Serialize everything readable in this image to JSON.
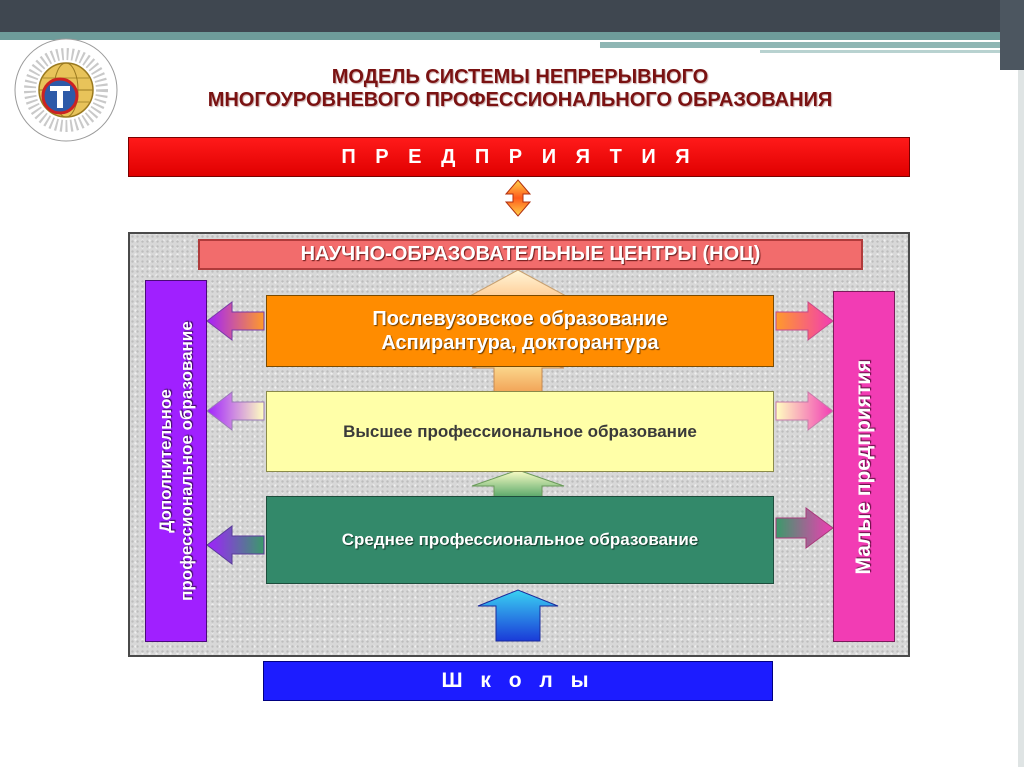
{
  "title": {
    "line1": "МОДЕЛЬ СИСТЕМЫ НЕПРЕРЫВНОГО",
    "line2": "МНОГОУРОВНЕВОГО ПРОФЕССИОНАЛЬНОГО ОБРАЗОВАНИЯ"
  },
  "diagram": {
    "enterprises": "П Р Е Д П Р И Я Т И Я",
    "research_centers": "НАУЧНО-ОБРАЗОВАТЕЛЬНЫЕ ЦЕНТРЫ (НОЦ)",
    "postgraduate": {
      "line1": "Послевузовское образование",
      "line2": "Аспирантура, докторантура"
    },
    "higher": "Высшее профессиональное  образование",
    "secondary": "Среднее профессиональное  образование",
    "additional": {
      "line1": "Дополнительное",
      "line2": "профессиональное образование"
    },
    "small_business": "Малые предприятия",
    "schools": "Ш к о л ы"
  },
  "colors": {
    "enterprises": "#ff0000",
    "research_centers": "#f26c6c",
    "postgraduate": "#ff8c00",
    "higher": "#ffffa8",
    "secondary": "#33896a",
    "additional": "#a020ff",
    "small_business": "#f23cb4",
    "schools": "#1c1cff",
    "title": "#7a1212"
  },
  "icons": {
    "logo": "globe-t-emblem"
  }
}
